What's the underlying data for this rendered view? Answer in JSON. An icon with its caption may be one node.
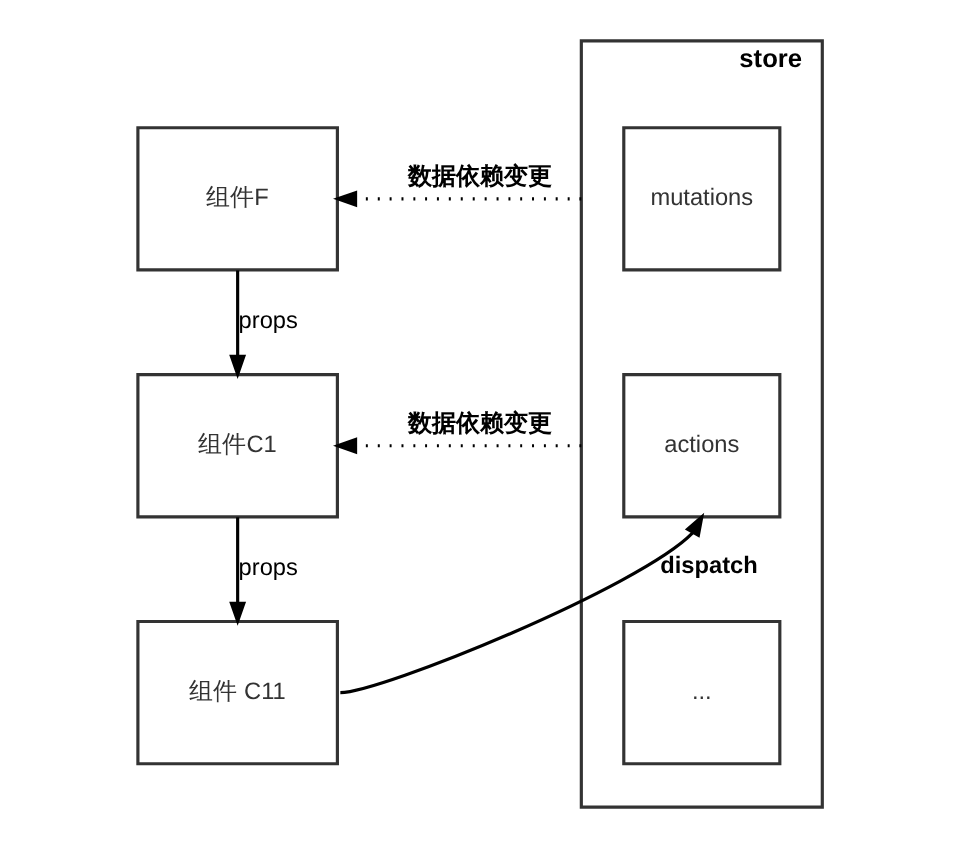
{
  "diagram": {
    "nodes": [
      {
        "text": [
          "组件F"
        ]
      },
      {
        "text": [
          "组件C1"
        ]
      },
      {
        "text": [
          "组件 C11"
        ]
      },
      {
        "text": [
          "store"
        ]
      },
      {
        "text": [
          "mutations"
        ],
        "in": 3
      },
      {
        "text": [
          "actions"
        ],
        "in": 3
      },
      {
        "text": [
          "..."
        ],
        "in": 3
      }
    ],
    "edges": [
      {
        "from": 0,
        "to": 1,
        "arrow": "to",
        "label": "props"
      },
      {
        "from": 1,
        "to": 2,
        "arrow": "to",
        "label": "props"
      },
      {
        "from": 3,
        "to": 0,
        "arrow": "to",
        "label": "数据依赖变更",
        "style": "dashed"
      },
      {
        "from": 3,
        "to": 1,
        "arrow": "to",
        "label": "数据依赖变更",
        "style": "dashed"
      },
      {
        "from": 2,
        "to": 5,
        "arrow": "to",
        "label": "dispatch"
      }
    ]
  }
}
